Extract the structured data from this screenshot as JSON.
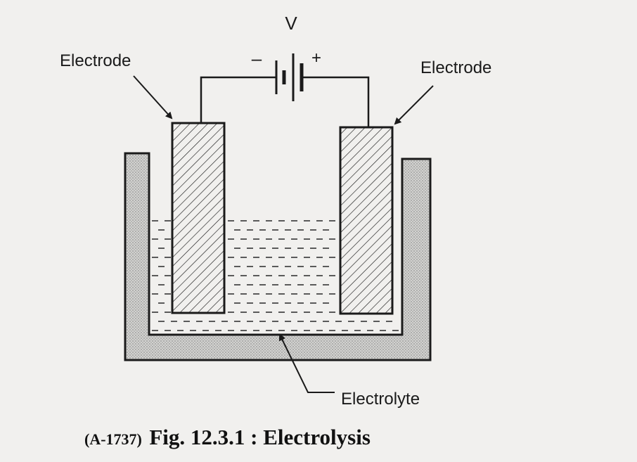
{
  "labels": {
    "voltage": "V",
    "minus": "–",
    "plus": "+",
    "electrode_left": "Electrode",
    "electrode_right": "Electrode",
    "electrolyte": "Electrolyte"
  },
  "caption": {
    "ref": "(A-1737)",
    "title": "Fig. 12.3.1 : Electrolysis"
  },
  "colors": {
    "ink": "#1a1a1a",
    "vessel_fill": "#c9c9c7",
    "background": "#f1f0ee"
  }
}
